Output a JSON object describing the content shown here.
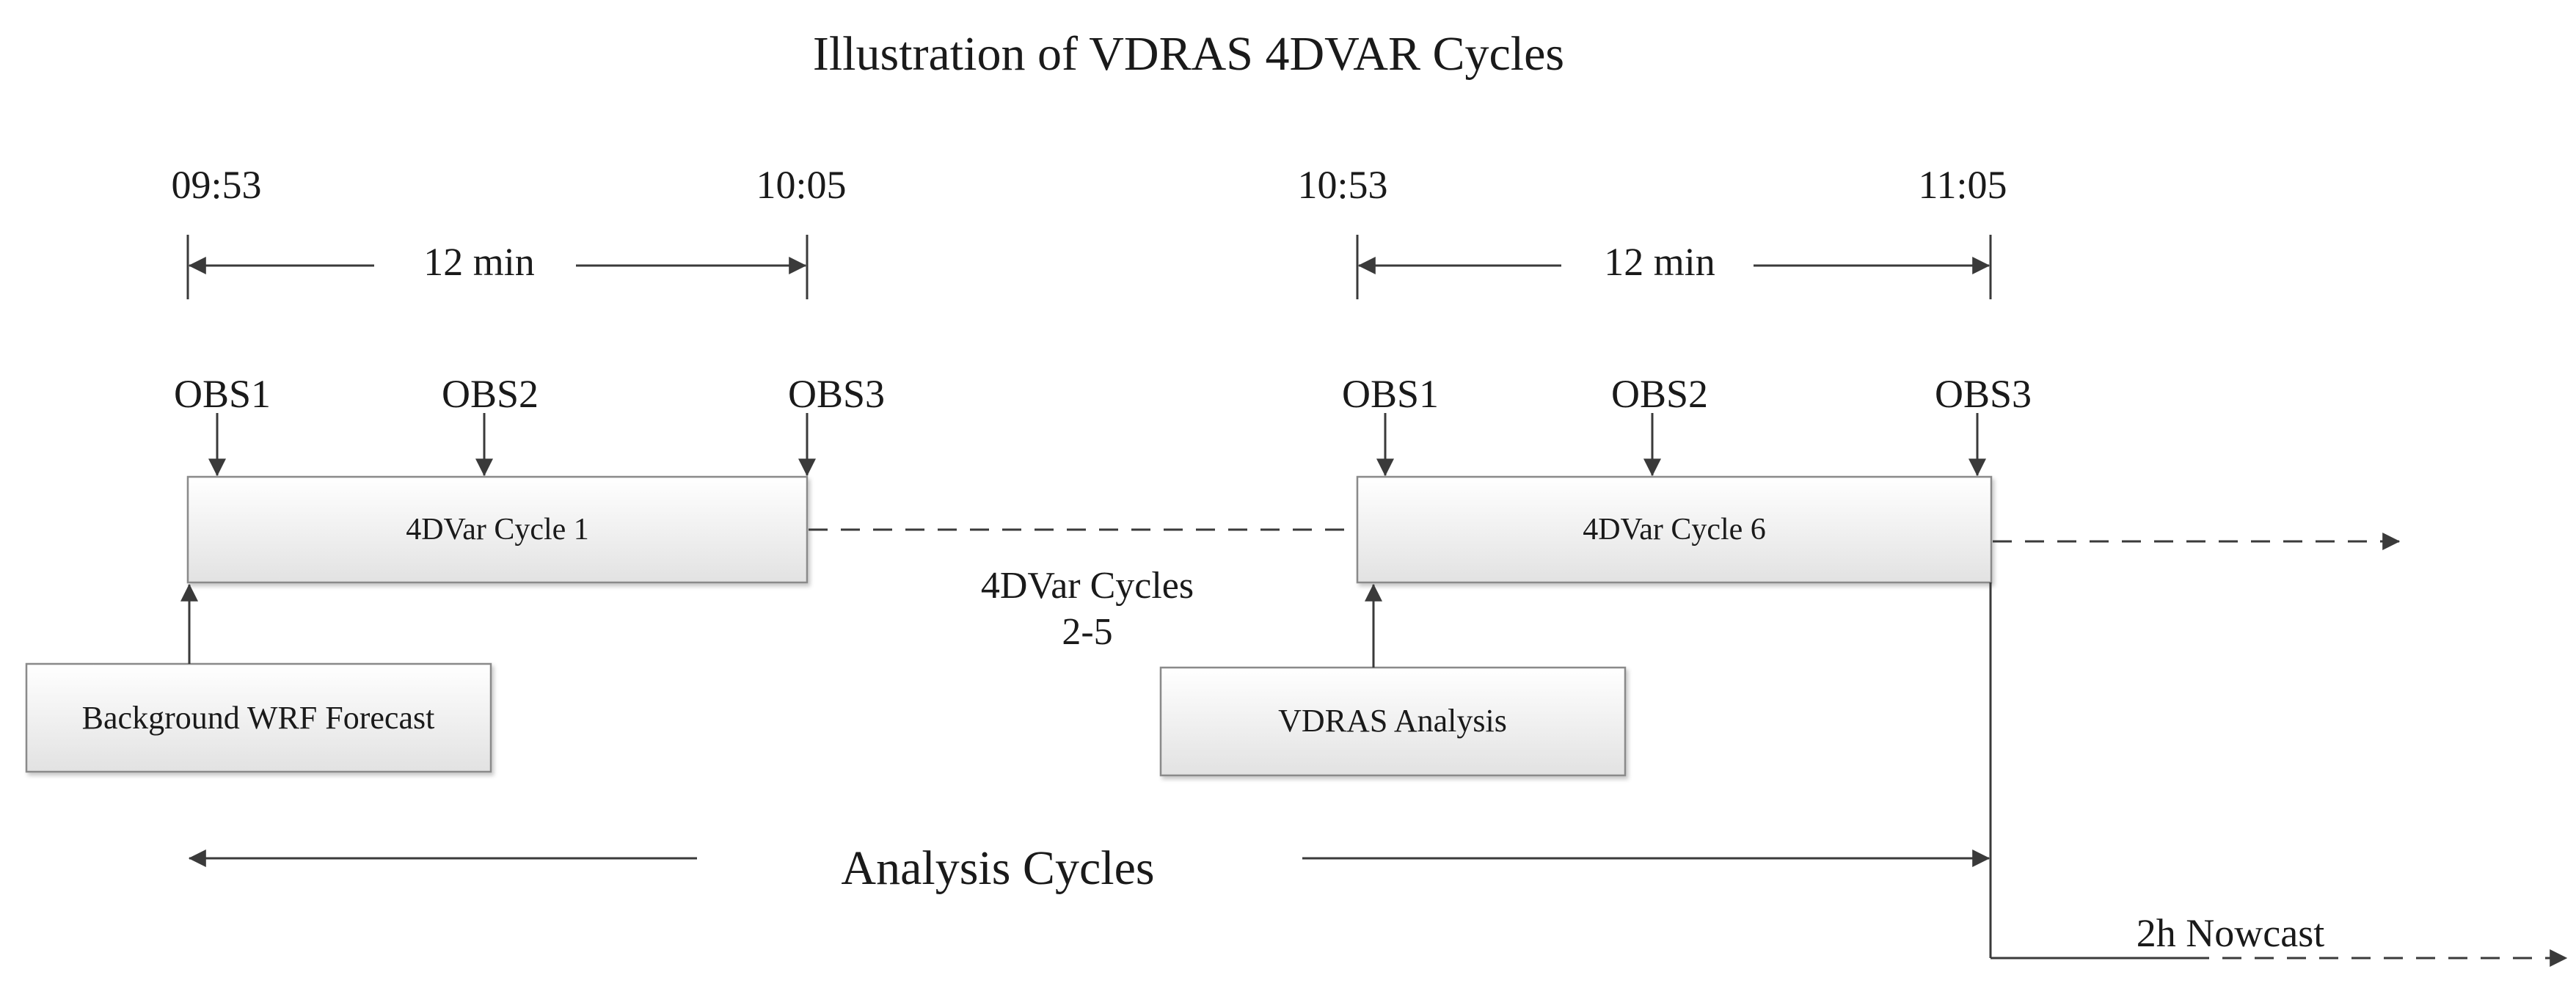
{
  "title": "Illustration of VDRAS 4DVAR Cycles",
  "times": {
    "c1_start": "09:53",
    "c1_end": "10:05",
    "c6_start": "10:53",
    "c6_end": "11:05"
  },
  "intervals": {
    "c1": "12 min",
    "c6": "12 min"
  },
  "obs": {
    "c1": [
      "OBS1",
      "OBS2",
      "OBS3"
    ],
    "c6": [
      "OBS1",
      "OBS2",
      "OBS3"
    ]
  },
  "boxes": {
    "cycle1": "4DVar Cycle 1",
    "cycle6": "4DVar Cycle 6",
    "background": "Background WRF Forecast",
    "vdras": "VDRAS Analysis"
  },
  "middle_label": {
    "line1": "4DVar Cycles",
    "line2": "2-5"
  },
  "analysis_label": "Analysis Cycles",
  "nowcast_label": "2h Nowcast",
  "colors": {
    "line": "#3a3a3a",
    "box_top": "#ffffff",
    "box_bottom": "#e2e2e2",
    "box_border": "#8a8a8a"
  }
}
